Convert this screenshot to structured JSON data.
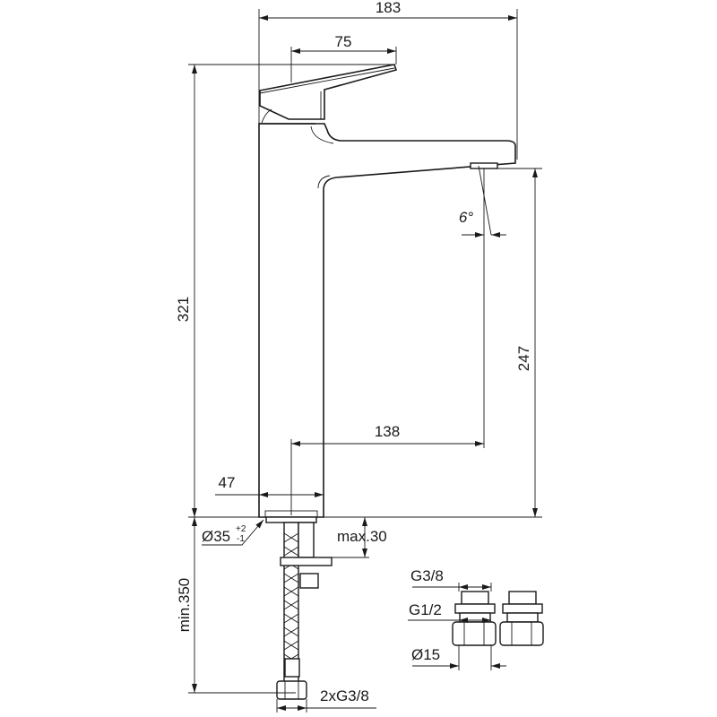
{
  "dimensions": {
    "total_width": "183",
    "handle_length": "75",
    "total_height": "321",
    "spout_height": "247",
    "spout_reach": "138",
    "body_width": "47",
    "aerator_angle": "6°",
    "hole_diameter": "Ø35",
    "hole_tolerance_plus": "+2",
    "hole_tolerance_minus": "-1",
    "max_deck_thickness": "max.30",
    "min_hose_length": "min.350",
    "hose_connection": "2xG3/8"
  },
  "fittings": {
    "thread_top": "G3/8",
    "thread_mid": "G1/2",
    "pipe_diameter": "Ø15"
  },
  "colors": {
    "line": "#1a1a1a",
    "background": "#ffffff"
  }
}
